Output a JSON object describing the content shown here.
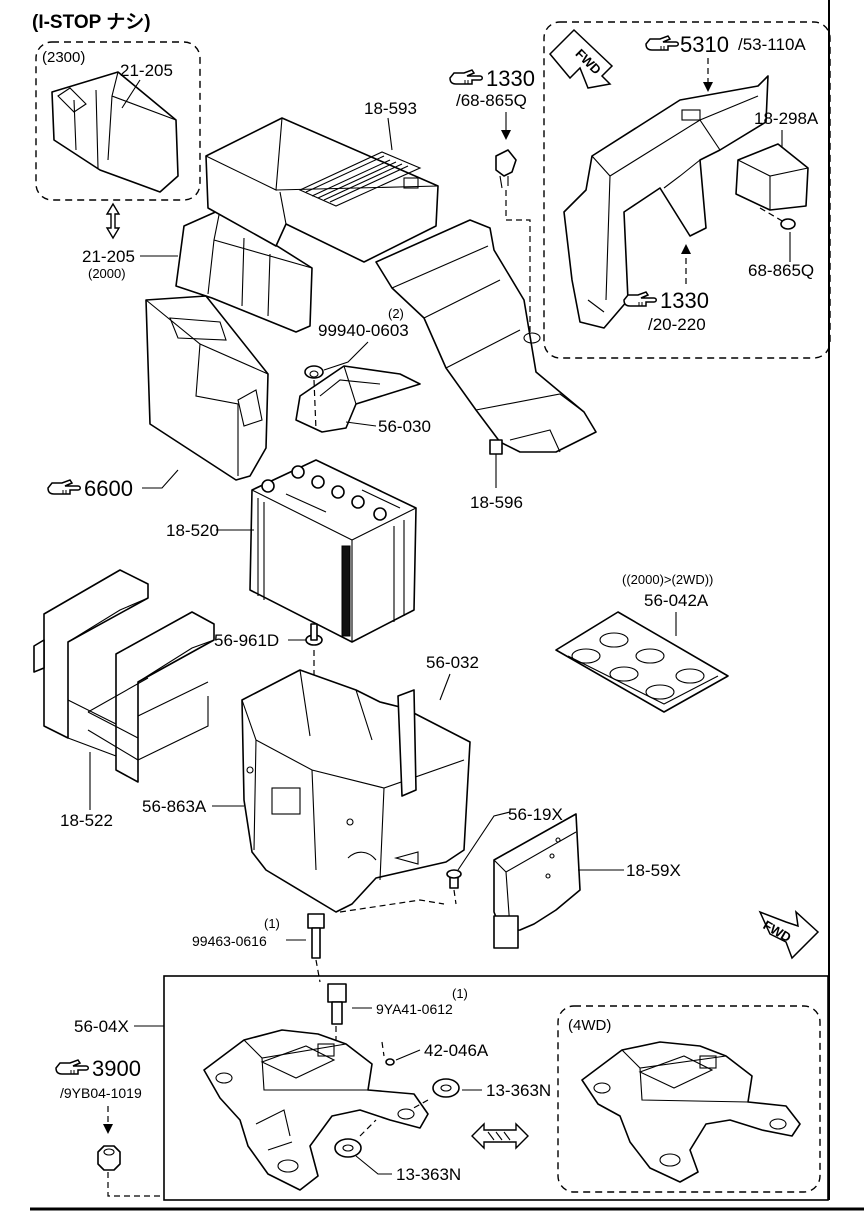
{
  "title": "(I-STOP ナシ)",
  "groups": {
    "variant_2300": "(2300)",
    "variant_4wd": "(4WD)",
    "variant_2000_2wd": "((2000)>(2WD))"
  },
  "fwd_label": "FWD",
  "references": {
    "ref_5310": {
      "num": "5310",
      "sub": "/53-110A"
    },
    "ref_1330_top": {
      "num": "1330",
      "sub": "/68-865Q"
    },
    "ref_1330_mid": {
      "num": "1330",
      "sub": "/20-220"
    },
    "ref_6600": {
      "num": "6600"
    },
    "ref_3900": {
      "num": "3900",
      "sub": "/9YB04-1019"
    }
  },
  "parts": {
    "p_21_205_a": "21-205",
    "p_21_205_b": "21-205",
    "p_21_205_b_note": "(2000)",
    "p_18_593": "18-593",
    "p_18_298a": "18-298A",
    "p_68_865q": "68-865Q",
    "p_99940_0603": "99940-0603",
    "p_99940_0603_qty": "(2)",
    "p_56_030": "56-030",
    "p_18_596": "18-596",
    "p_18_520": "18-520",
    "p_56_042a": "56-042A",
    "p_56_961d": "56-961D",
    "p_56_032": "56-032",
    "p_18_522": "18-522",
    "p_56_863a": "56-863A",
    "p_56_19x": "56-19X",
    "p_18_59x": "18-59X",
    "p_99463_0616": "99463-0616",
    "p_99463_0616_qty": "(1)",
    "p_56_04x": "56-04X",
    "p_9ya41_0612": "9YA41-0612",
    "p_9ya41_0612_qty": "(1)",
    "p_42_046a": "42-046A",
    "p_13_363n_a": "13-363N",
    "p_13_363n_b": "13-363N"
  },
  "icons": {
    "reference": "pointing-hand-icon",
    "fwd": "fwd-arrow-icon",
    "swap": "double-arrow-icon"
  }
}
